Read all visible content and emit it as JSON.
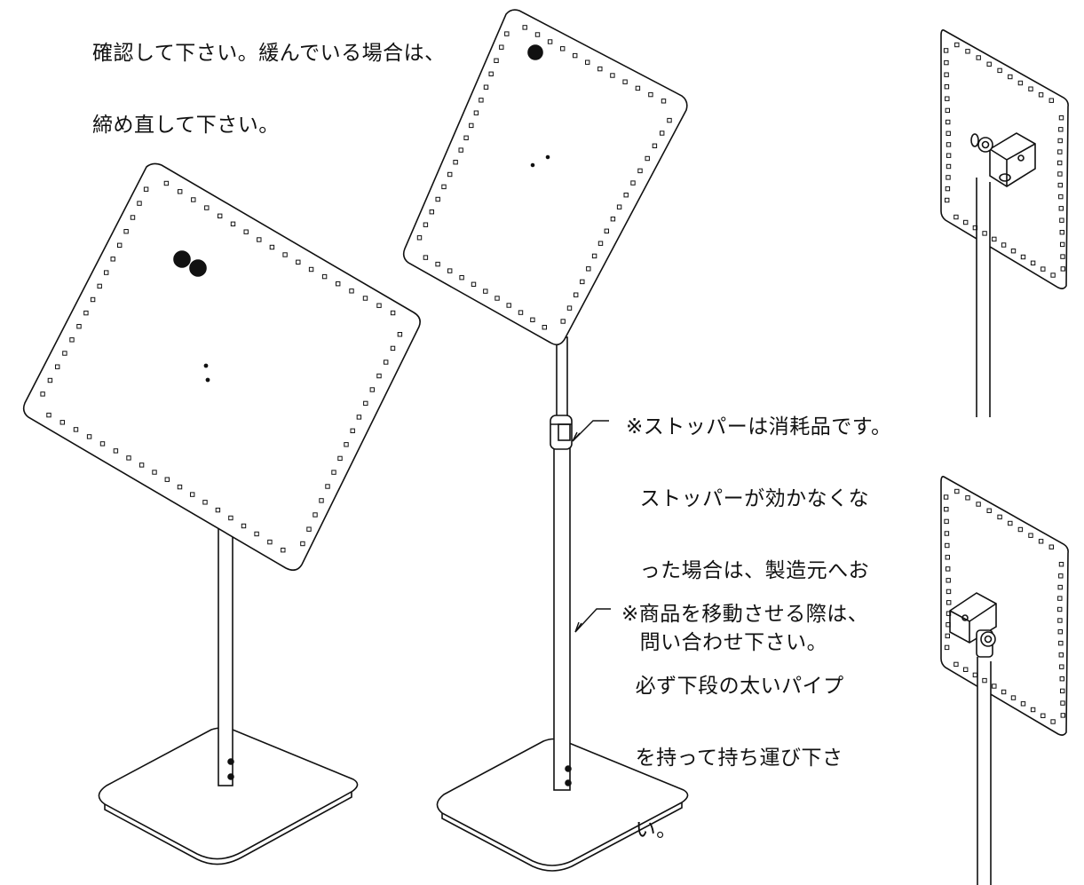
{
  "notes": {
    "top_left": {
      "line1": "確認して下さい。緩んでいる場合は、",
      "line2": "締め直して下さい。"
    },
    "stopper": {
      "line1": "※ストッパーは消耗品です。",
      "line2": "  ストッパーが効かなくな",
      "line3": "  った場合は、製造元へお",
      "line4": "  問い合わせ下さい。"
    },
    "moving": {
      "line1": "※商品を移動させる際は、",
      "line2": "  必ず下段の太いパイプ",
      "line3": "  を持って持ち運び下さ",
      "line4": "  い。"
    }
  },
  "colors": {
    "line": "#111111",
    "background": "#ffffff"
  }
}
